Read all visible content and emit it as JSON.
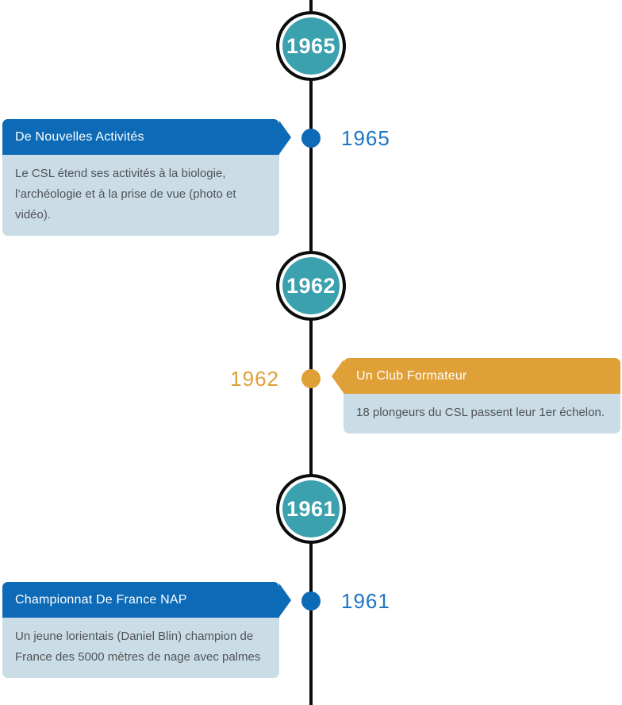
{
  "colors": {
    "blue": "#0d6ab6",
    "orange": "#dfa037",
    "teal": "#3ba1af",
    "card_body_bg": "#cadde6",
    "body_text": "#4f5356",
    "line": "#0c0c0c",
    "year_blue": "#1c75c7",
    "year_orange": "#dfa037"
  },
  "timeline": {
    "markers": [
      {
        "year": "1965"
      },
      {
        "year": "1962"
      },
      {
        "year": "1961"
      }
    ],
    "entries": [
      {
        "year": "1965",
        "title": "De Nouvelles Activités",
        "description": "Le CSL étend ses activités à la biologie, l’archéologie et à la prise de vue (photo et vidéo).",
        "side": "left"
      },
      {
        "year": "1962",
        "title": "Un Club Formateur",
        "description": "18 plongeurs du CSL passent leur 1er échelon.",
        "side": "right"
      },
      {
        "year": "1961",
        "title": "Championnat De France NAP",
        "description": "Un jeune lorientais (Daniel Blin) champion de France des 5000 mètres de nage avec palmes",
        "side": "left"
      }
    ]
  }
}
